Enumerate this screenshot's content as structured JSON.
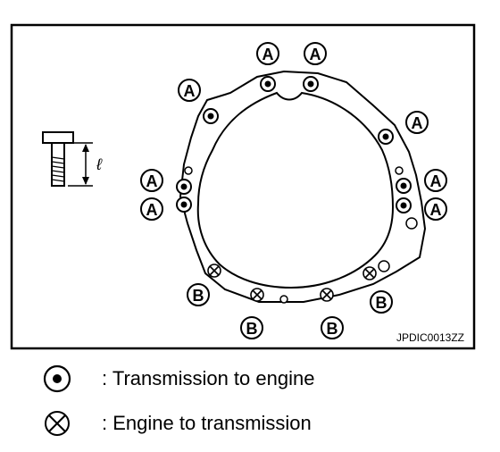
{
  "figure": {
    "code": "JPDIC0013ZZ",
    "bolt_length_symbol": "ℓ",
    "bolt_a_label": "A",
    "bolt_b_label": "B"
  },
  "legend": {
    "transmission_to_engine": ": Transmission to engine",
    "engine_to_transmission": ": Engine to transmission"
  },
  "icons": {
    "dotted_circle": "transmission-to-engine-icon",
    "crossed_circle": "engine-to-transmission-icon"
  }
}
